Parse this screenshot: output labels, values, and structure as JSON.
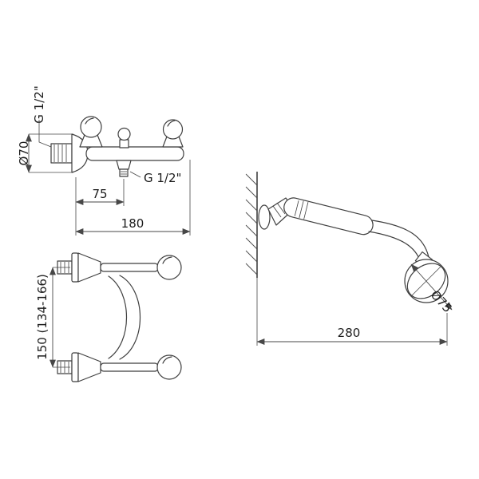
{
  "drawing": {
    "front_view": {
      "supply_thread_label": "G 1/2\"",
      "escutcheon_diameter_label": "Ø70",
      "outlet_thread_label": "G 1/2\"",
      "spout_offset_label": "75",
      "overall_width_label": "180"
    },
    "top_view": {
      "centers_distance_label": "150 (134-166)"
    },
    "side_view": {
      "head_diameter_label": "Ø75",
      "reach_label": "280"
    }
  }
}
